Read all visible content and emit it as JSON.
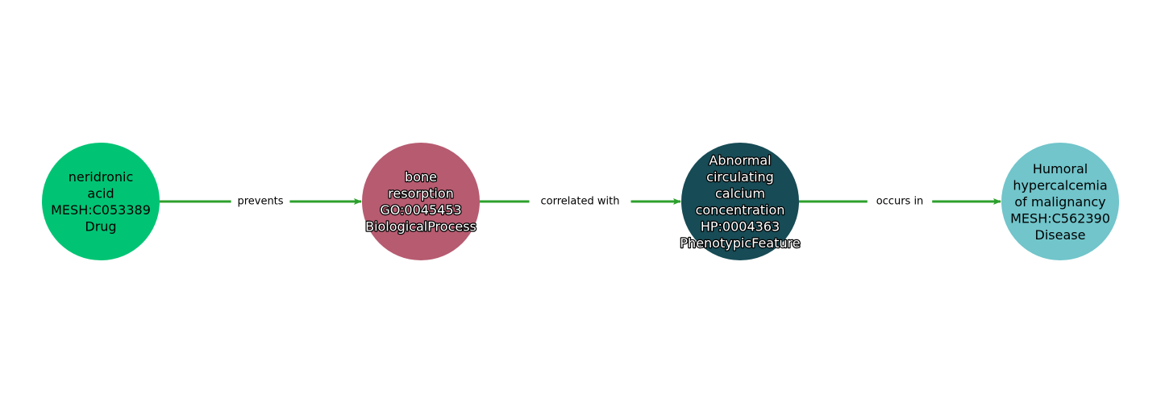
{
  "graph": {
    "edge_color": "#2ca02c",
    "nodes": [
      {
        "lines": [
          "neridronic",
          "acid",
          "MESH:C053389",
          "Drug"
        ],
        "color": "#00c474",
        "text_style": "dark"
      },
      {
        "lines": [
          "bone",
          "resorption",
          "GO:0045453",
          "BiologicalProcess"
        ],
        "color": "#b75b70",
        "text_style": "light"
      },
      {
        "lines": [
          "Abnormal",
          "circulating",
          "calcium",
          "concentration",
          "HP:0004363",
          "PhenotypicFeature"
        ],
        "color": "#174b55",
        "text_style": "light"
      },
      {
        "lines": [
          "Humoral",
          "hypercalcemia",
          "of malignancy",
          "MESH:C562390",
          "Disease"
        ],
        "color": "#71c5cb",
        "text_style": "dark"
      }
    ],
    "edges": [
      {
        "from": 0,
        "to": 1,
        "label": "prevents"
      },
      {
        "from": 1,
        "to": 2,
        "label": "correlated with"
      },
      {
        "from": 2,
        "to": 3,
        "label": "occurs in"
      }
    ]
  }
}
